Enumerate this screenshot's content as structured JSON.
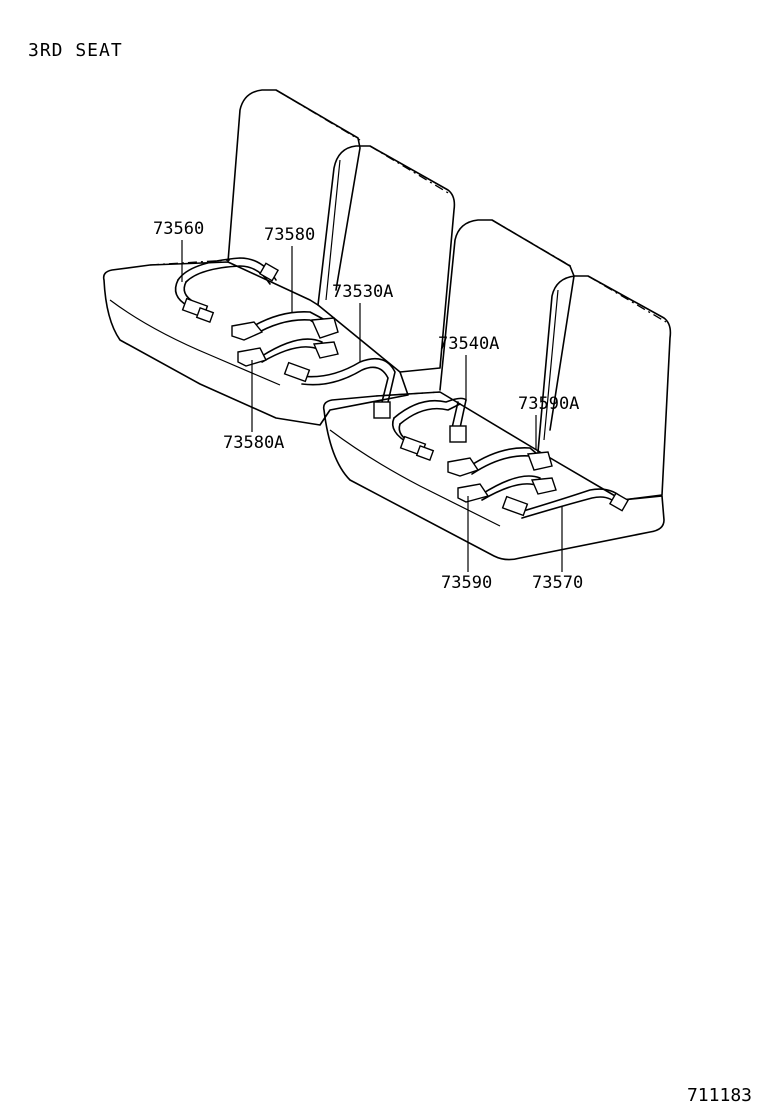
{
  "title": "3RD SEAT",
  "drawing_id": "711183",
  "callouts": [
    {
      "id": "c1",
      "label": "73560"
    },
    {
      "id": "c2",
      "label": "73580"
    },
    {
      "id": "c3",
      "label": "73530A"
    },
    {
      "id": "c4",
      "label": "73540A"
    },
    {
      "id": "c5",
      "label": "73590A"
    },
    {
      "id": "c6",
      "label": "73580A"
    },
    {
      "id": "c7",
      "label": "73590"
    },
    {
      "id": "c8",
      "label": "73570"
    }
  ]
}
